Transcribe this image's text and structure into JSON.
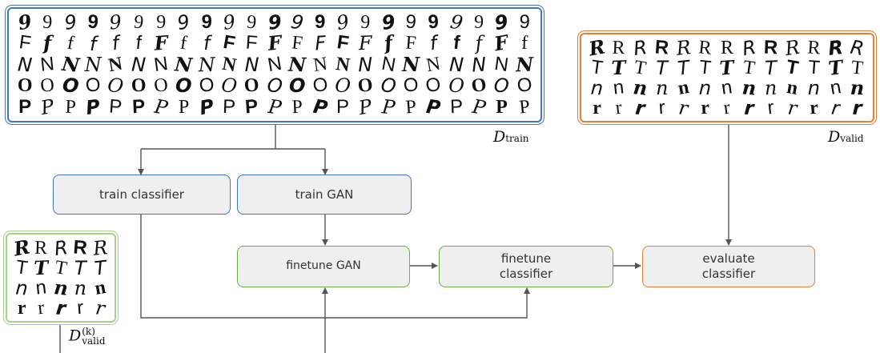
{
  "datasets": {
    "train": {
      "label_main": "D",
      "label_sub": "train",
      "rows": [
        [
          "9",
          "9",
          "9",
          "9",
          "9",
          "9",
          "9",
          "9",
          "9",
          "9",
          "9",
          "9",
          "9",
          "9",
          "9",
          "9",
          "9",
          "9",
          "9",
          "9",
          "9",
          "9",
          "9"
        ],
        [
          "F",
          "f",
          "f",
          "f",
          "f",
          "f",
          "F",
          "f",
          "f",
          "F",
          "F",
          "F",
          "F",
          "F",
          "F",
          "F",
          "f",
          "F",
          "f",
          "f",
          "f",
          "F",
          "f"
        ],
        [
          "N",
          "N",
          "N",
          "N",
          "N",
          "N",
          "N",
          "N",
          "N",
          "N",
          "N",
          "N",
          "N",
          "N",
          "N",
          "N",
          "N",
          "N",
          "N",
          "N",
          "N",
          "N",
          "N"
        ],
        [
          "O",
          "O",
          "O",
          "O",
          "O",
          "O",
          "O",
          "O",
          "O",
          "O",
          "O",
          "O",
          "O",
          "O",
          "O",
          "O",
          "O",
          "O",
          "O",
          "O",
          "O",
          "O",
          "O"
        ],
        [
          "P",
          "P",
          "P",
          "P",
          "P",
          "P",
          "P",
          "P",
          "P",
          "P",
          "P",
          "P",
          "P",
          "P",
          "P",
          "P",
          "P",
          "P",
          "P",
          "P",
          "P",
          "P",
          "P"
        ]
      ]
    },
    "valid": {
      "label_main": "D",
      "label_sub": "valid",
      "rows": [
        [
          "R",
          "R",
          "R",
          "R",
          "R",
          "R",
          "R",
          "R",
          "R",
          "R",
          "R",
          "R",
          "R"
        ],
        [
          "T",
          "T",
          "T",
          "T",
          "T",
          "T",
          "T",
          "T",
          "T",
          "T",
          "T",
          "T",
          "T"
        ],
        [
          "n",
          "n",
          "n",
          "n",
          "n",
          "n",
          "n",
          "n",
          "n",
          "n",
          "n",
          "n",
          "n"
        ],
        [
          "r",
          "r",
          "r",
          "r",
          "r",
          "r",
          "r",
          "r",
          "r",
          "r",
          "r",
          "r",
          "r"
        ]
      ]
    },
    "valid_k": {
      "label_main": "D",
      "label_sup": "(k)",
      "label_sub": "valid",
      "rows": [
        [
          "R",
          "R",
          "R",
          "R",
          "R"
        ],
        [
          "T",
          "T",
          "T",
          "T",
          "T"
        ],
        [
          "n",
          "n",
          "n",
          "n",
          "n"
        ],
        [
          "r",
          "r",
          "r",
          "r",
          "r"
        ]
      ]
    }
  },
  "nodes": {
    "train_classifier": "train classifier",
    "train_gan": "train GAN",
    "finetune_gan": "finetune GAN",
    "finetune_classifier_line1": "finetune",
    "finetune_classifier_line2": "classifier",
    "evaluate_classifier_line1": "evaluate",
    "evaluate_classifier_line2": "classifier"
  },
  "colors": {
    "train": "#4472c4",
    "finetune": "#70ad47",
    "evaluate": "#ed7d31",
    "valid_k_border": "#a9d18e"
  }
}
